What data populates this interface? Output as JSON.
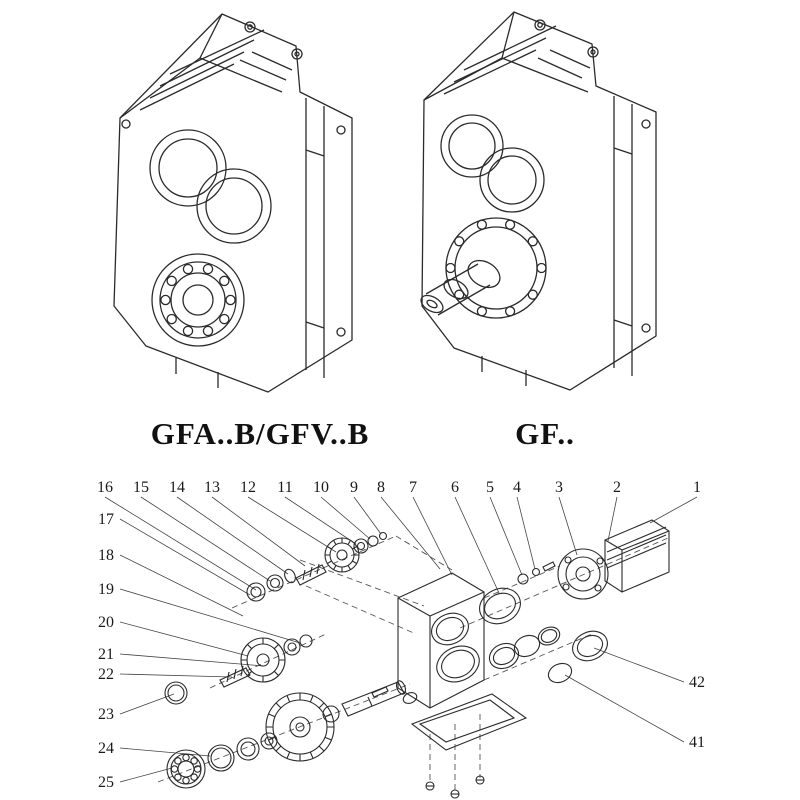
{
  "page": {
    "background": "#ffffff"
  },
  "figures": {
    "left": {
      "caption": "GFA..B/GFV..B"
    },
    "right": {
      "caption": "GF.."
    }
  },
  "exploded": {
    "top_row": [
      "16",
      "15",
      "14",
      "13",
      "12",
      "11",
      "10",
      "9",
      "8",
      "7",
      "6",
      "5",
      "4",
      "3",
      "2",
      "1"
    ],
    "left_column": [
      "17",
      "18",
      "19",
      "20",
      "21",
      "22",
      "23",
      "24",
      "25"
    ],
    "right_column": [
      "42",
      "41"
    ]
  }
}
